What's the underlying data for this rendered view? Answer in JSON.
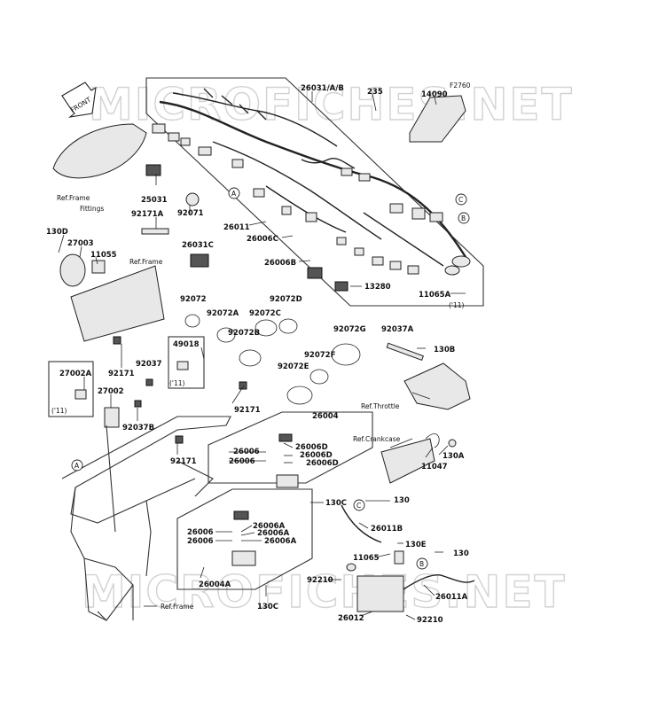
{
  "watermark": "MICROFICHES.NET",
  "diagram_code": "F2760",
  "front_label": "FRONT",
  "circle_markers": [
    "A",
    "B",
    "C"
  ],
  "ref_labels": {
    "frame_fittings_line1": "Ref.Frame",
    "frame_fittings_line2": "Fittings",
    "frame_top": "Ref.Frame",
    "throttle": "Ref.Throttle",
    "crankcase": "Ref.Crankcase",
    "frame_bottom": "Ref.Frame"
  },
  "year_note": "('11)",
  "parts": {
    "p26031": "26031/A/B",
    "p235": "235",
    "p14090": "14090",
    "p25031": "25031",
    "p92171A": "92171A",
    "p92071": "92071",
    "p130D": "130D",
    "p27003": "27003",
    "p11055": "11055",
    "p26031C": "26031C",
    "p26011": "26011",
    "p26006C": "26006C",
    "p26006B": "26006B",
    "p13280": "13280",
    "p11065A": "11065A",
    "p92072": "92072",
    "p92072A": "92072A",
    "p92072C": "92072C",
    "p92072D": "92072D",
    "p92072B": "92072B",
    "p92072G": "92072G",
    "p92037A": "92037A",
    "p130B": "130B",
    "p49018": "49018",
    "p92171": "92171",
    "p92037": "92037",
    "p27002A": "27002A",
    "p27002": "27002",
    "p92037B": "92037B",
    "p92072F": "92072F",
    "p92072E": "92072E",
    "p26004": "26004",
    "p26006": "26006",
    "p26006D": "26006D",
    "p11047": "11047",
    "p130A": "130A",
    "p130C": "130C",
    "p130": "130",
    "p26011B": "26011B",
    "p130E": "130E",
    "p11065": "11065",
    "p26006A": "26006A",
    "p26004A": "26004A",
    "p92210": "92210",
    "p26011A": "26011A",
    "p26012": "26012"
  }
}
